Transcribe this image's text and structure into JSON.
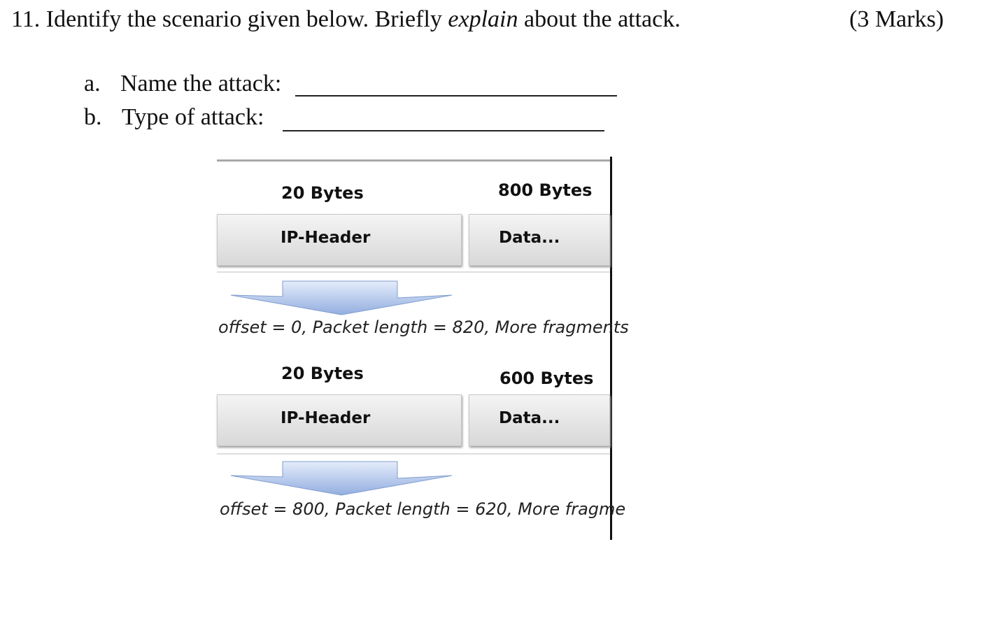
{
  "question": {
    "number": "11.",
    "text_before": "Identify the scenario given below. Briefly",
    "text_italic": "explain",
    "text_after": "about the attack.",
    "marks": "(3 Marks)"
  },
  "subquestions": [
    {
      "letter": "a.",
      "label": "Name the attack:"
    },
    {
      "letter": "b.",
      "label": "Type of attack:"
    }
  ],
  "diagram": {
    "fragments": [
      {
        "header_size": "20 Bytes",
        "data_size": "800 Bytes",
        "header_label": "IP-Header",
        "data_label": "Data...",
        "info": "offset = 0, Packet length = 820, More fragments"
      },
      {
        "header_size": "20 Bytes",
        "data_size": "600 Bytes",
        "header_label": "IP-Header",
        "data_label": "Data...",
        "info": "offset = 800, Packet length = 620,  More fragme"
      }
    ],
    "colors": {
      "arrow_light": "#e4ecfa",
      "arrow_dark": "#93aee0",
      "box_gradient_top": "#f4f4f4",
      "box_gradient_bottom": "#d8d8d8"
    }
  }
}
